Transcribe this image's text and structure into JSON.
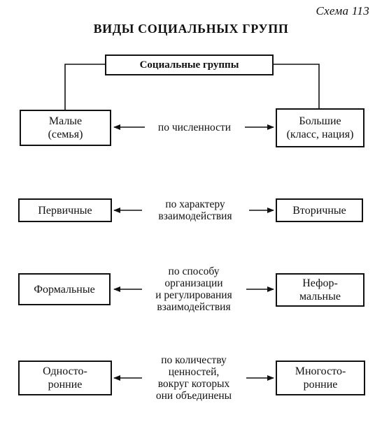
{
  "scheme_label": "Схема 113",
  "title": "ВИДЫ СОЦИАЛЬНЫХ ГРУПП",
  "root": {
    "label": "Социальные группы"
  },
  "rows": [
    {
      "left": [
        "Малые",
        "(семья)"
      ],
      "criterion": [
        "по численности"
      ],
      "right": [
        "Большие",
        "(класс, нация)"
      ]
    },
    {
      "left": [
        "Первичные"
      ],
      "criterion": [
        "по характеру",
        "взаимодействия"
      ],
      "right": [
        "Вторичные"
      ]
    },
    {
      "left": [
        "Формальные"
      ],
      "criterion": [
        "по способу",
        "организации",
        "и регулирования",
        "взаимодействия"
      ],
      "right": [
        "Нефор-",
        "мальные"
      ]
    },
    {
      "left": [
        "Односто-",
        "ронние"
      ],
      "criterion": [
        "по количеству",
        "ценностей,",
        "вокруг которых",
        "они объединены"
      ],
      "right": [
        "Многосто-",
        "ронние"
      ]
    }
  ]
}
